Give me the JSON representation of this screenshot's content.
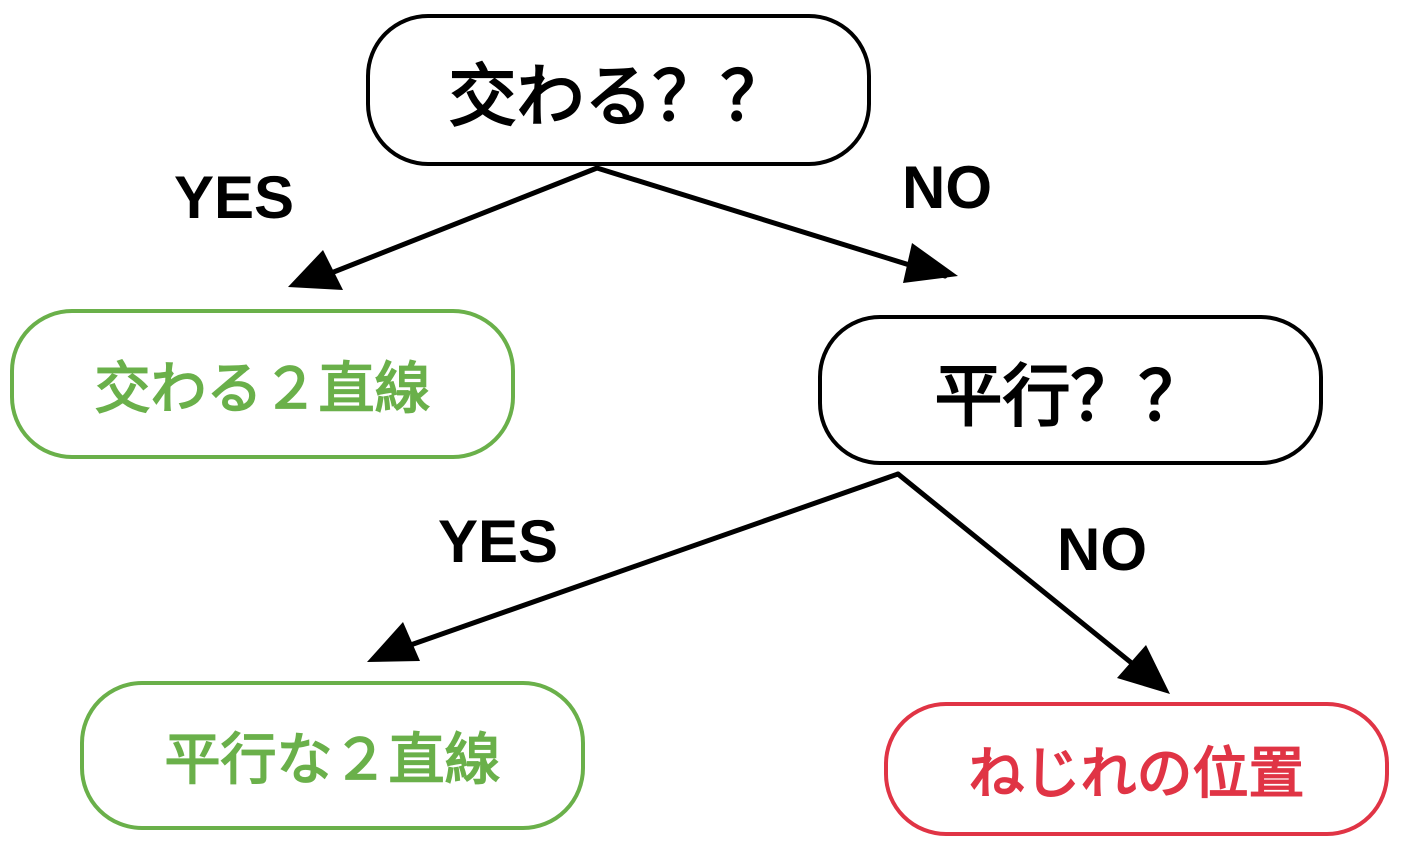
{
  "colors": {
    "question": "#000000",
    "yes_result": "#6ab04a",
    "no_result": "#e03445",
    "arrow": "#000000"
  },
  "nodes": {
    "intersect_question": "交わる？？",
    "parallel_question": "平行？？",
    "intersecting_lines": "交わる２直線",
    "parallel_lines": "平行な２直線",
    "skew_position": "ねじれの位置"
  },
  "edges": {
    "intersect_yes": "YES",
    "intersect_no": "NO",
    "parallel_yes": "YES",
    "parallel_no": "NO"
  }
}
